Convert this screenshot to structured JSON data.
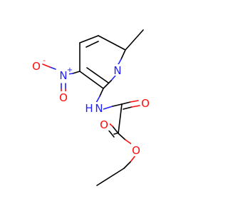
{
  "molecule": {
    "atoms": [
      {
        "id": "n_ring",
        "text": "N",
        "color": "#1f1fff"
      },
      {
        "id": "n_amine",
        "text": "N",
        "color": "#1f1fff"
      },
      {
        "id": "h_amine",
        "text": "H",
        "color": "#1f1fff"
      },
      {
        "id": "n_nitro",
        "text": "N",
        "color": "#1f1fff"
      },
      {
        "id": "n_nitro_charge",
        "text": "+",
        "color": "#1f1fff"
      },
      {
        "id": "o_nitro_minus",
        "text": "O",
        "color": "#ff0d0d"
      },
      {
        "id": "o_nitro_minus_charge",
        "text": "-",
        "color": "#ff0d0d"
      },
      {
        "id": "o_nitro_double",
        "text": "O",
        "color": "#ff0d0d"
      },
      {
        "id": "o_amide",
        "text": "O",
        "color": "#ff0d0d"
      },
      {
        "id": "o_ester_carbonyl",
        "text": "O",
        "color": "#ff0d0d"
      },
      {
        "id": "o_ester",
        "text": "O",
        "color": "#ff0d0d"
      }
    ]
  }
}
